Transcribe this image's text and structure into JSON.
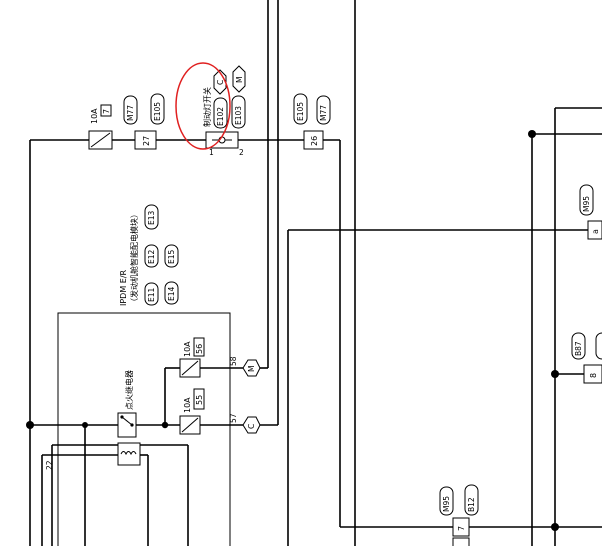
{
  "fuses": {
    "f1": {
      "rating": "10A",
      "number": "7"
    },
    "f2": {
      "rating": "10A",
      "number": "56"
    },
    "f3": {
      "rating": "10A",
      "number": "55"
    }
  },
  "connectors": {
    "left_m77": "M77",
    "left_e105": "E105",
    "left_pin": "27",
    "switch_e102": "E102",
    "switch_e103": "E103",
    "switch_pin1": "1",
    "switch_pin2": "2",
    "right_e105": "E105",
    "right_m77": "M77",
    "right_pin": "26",
    "hex_c_top": "C",
    "hex_m_top": "M",
    "m95_right": "M95",
    "pin_a": "a",
    "b87": "B87",
    "pin_8": "8",
    "m95_bottom": "M95",
    "b12": "B12",
    "pin_7": "7",
    "pin_58": "58",
    "pin_57": "57",
    "hex_m_mid": "M",
    "hex_c_mid": "C",
    "pin_22": "22"
  },
  "components": {
    "brake_switch": "制动灯开关",
    "ipdm_title": "IPDM E/R",
    "ipdm_subtitle": "（发动机舱智能配电模块）",
    "ipdm_e11": "E11",
    "ipdm_e12": "E12",
    "ipdm_e13": "E13",
    "ipdm_e14": "E14",
    "ipdm_e15": "E15",
    "ignition_relay": "点火继电器"
  },
  "annotation": {
    "color": "#e02020"
  }
}
